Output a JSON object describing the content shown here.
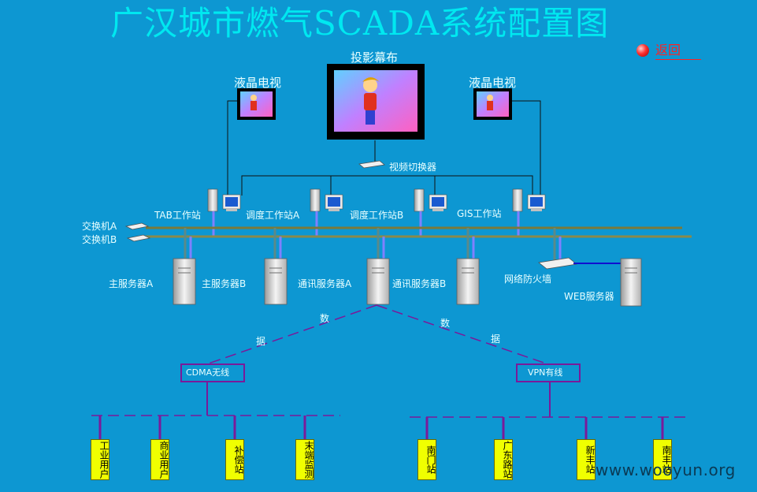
{
  "title": "广汉城市燃气SCADA系统配置图",
  "back_label": "返回",
  "displays": {
    "projector": "投影幕布",
    "lcd_left": "液晶电视",
    "lcd_right": "液晶电视",
    "video_switch": "视频切换器"
  },
  "workstations": [
    "TAB工作站",
    "调度工作站A",
    "调度工作站B",
    "GIS工作站"
  ],
  "switches": [
    "交换机A",
    "交换机B"
  ],
  "servers": [
    "主服务器A",
    "主服务器B",
    "通讯服务器A",
    "通讯服务器B"
  ],
  "firewall": "网络防火墙",
  "web_server": "WEB服务器",
  "data_chars": [
    "数",
    "据",
    "数",
    "据"
  ],
  "links": {
    "cdma": "CDMA无线",
    "vpn": "VPN有线"
  },
  "sites_left": [
    "工业用户",
    "商业用户",
    "补偿站",
    "末端监测"
  ],
  "sites_right": [
    "南门站",
    "广东路站",
    "新丰站",
    "南丰站"
  ],
  "watermark": "www.wooyun.org",
  "colors": {
    "background": "#0d97d2",
    "title": "#00e8f0",
    "bus": "#7a7a3a",
    "drop": "#8080ff",
    "dash": "#7a1a9a",
    "site": "#f0ff00"
  }
}
